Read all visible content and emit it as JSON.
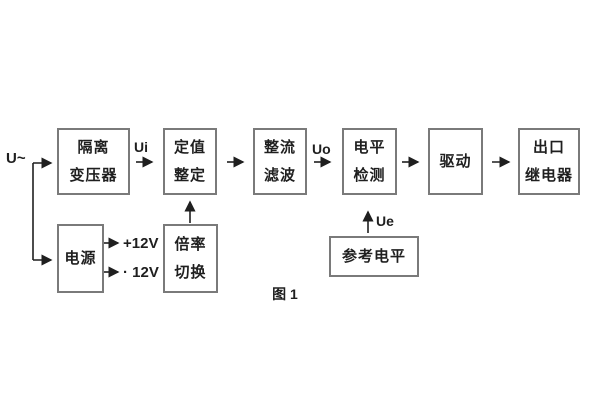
{
  "figure": {
    "caption": "图 1",
    "background": "#ffffff",
    "box_border_color": "#7a7a7a",
    "wire_color": "#1f1f1f",
    "text_color": "#1f1f1f"
  },
  "blocks": {
    "isolation_transformer": {
      "line1": "隔离",
      "line2": "变压器"
    },
    "setpoint_setting": {
      "line1": "定值",
      "line2": "整定"
    },
    "rectifier_filter": {
      "line1": "整流",
      "line2": "滤波"
    },
    "level_detection": {
      "line1": "电平",
      "line2": "检测"
    },
    "driver": {
      "line1": "驱动"
    },
    "output_relay": {
      "line1": "出口",
      "line2": "继电器"
    },
    "power_supply": {
      "line1": "电源"
    },
    "ratio_switching": {
      "line1": "倍率",
      "line2": "切换"
    },
    "reference_level": {
      "line1": "参考电平"
    }
  },
  "labels": {
    "input": "U~",
    "ui": "Ui",
    "uo": "Uo",
    "ue": "Ue",
    "rail_positive": "+12V",
    "rail_negative": "· 12V"
  }
}
